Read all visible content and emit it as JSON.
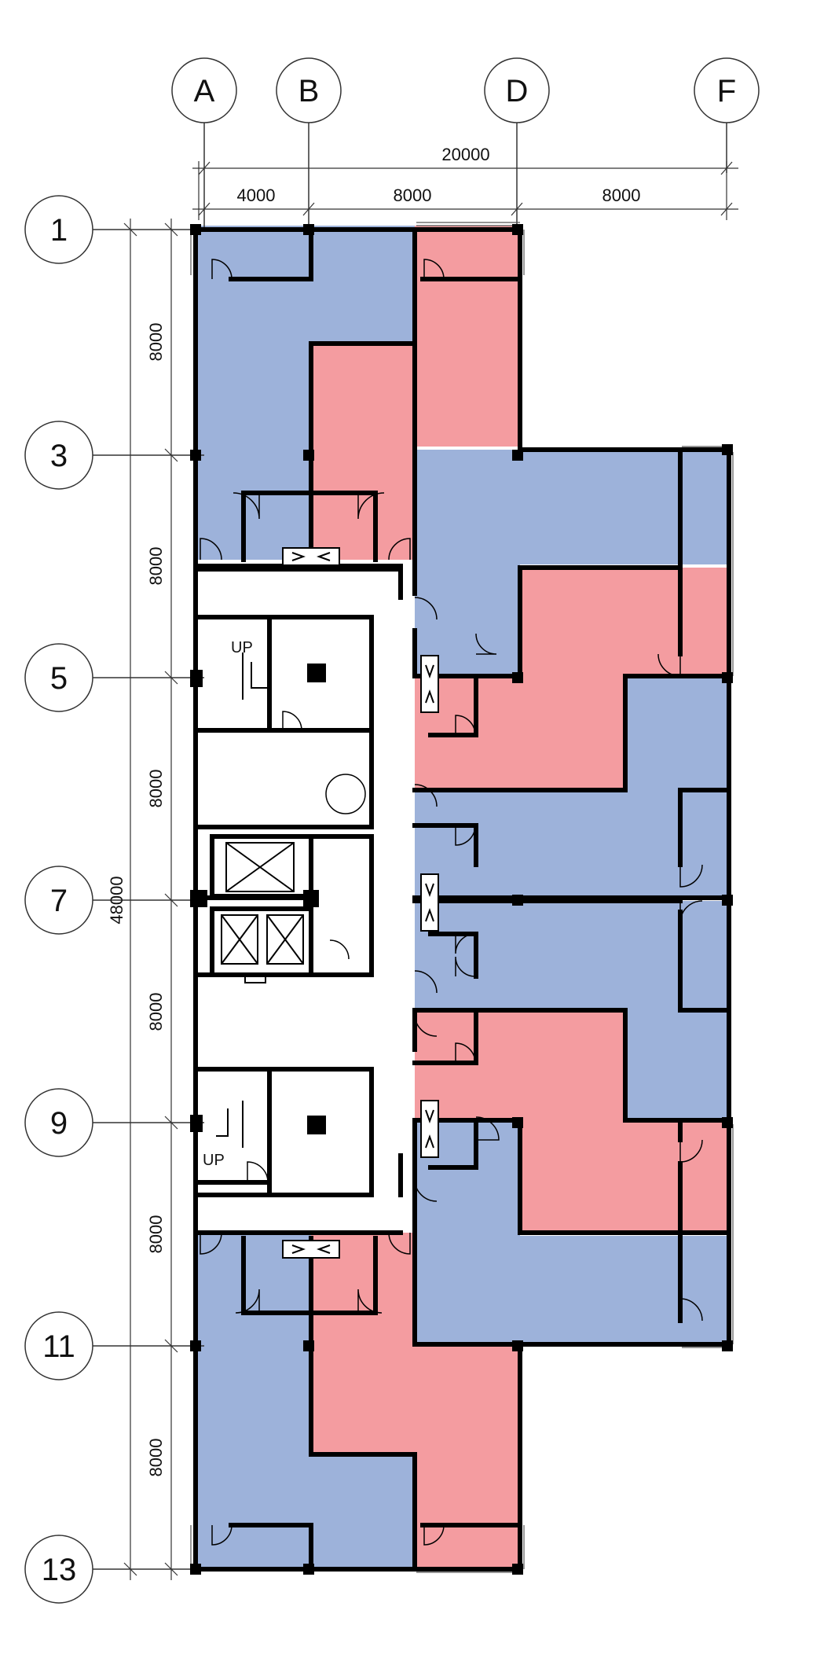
{
  "grid": {
    "columns": [
      "A",
      "B",
      "D",
      "F"
    ],
    "rows": [
      "1",
      "3",
      "5",
      "7",
      "9",
      "11",
      "13"
    ]
  },
  "dimensions": {
    "overall_width": "20000",
    "segments_top": [
      "4000",
      "8000",
      "8000"
    ],
    "overall_length": "48000",
    "segments_left": [
      "8000",
      "8000",
      "8000",
      "8000",
      "8000",
      "8000"
    ]
  },
  "labels": {
    "stair_up_top": "UP",
    "stair_up_bottom": "UP"
  },
  "colors": {
    "blue_unit": "#9db2da",
    "red_unit": "#f49ca0",
    "wall": "#000000"
  }
}
